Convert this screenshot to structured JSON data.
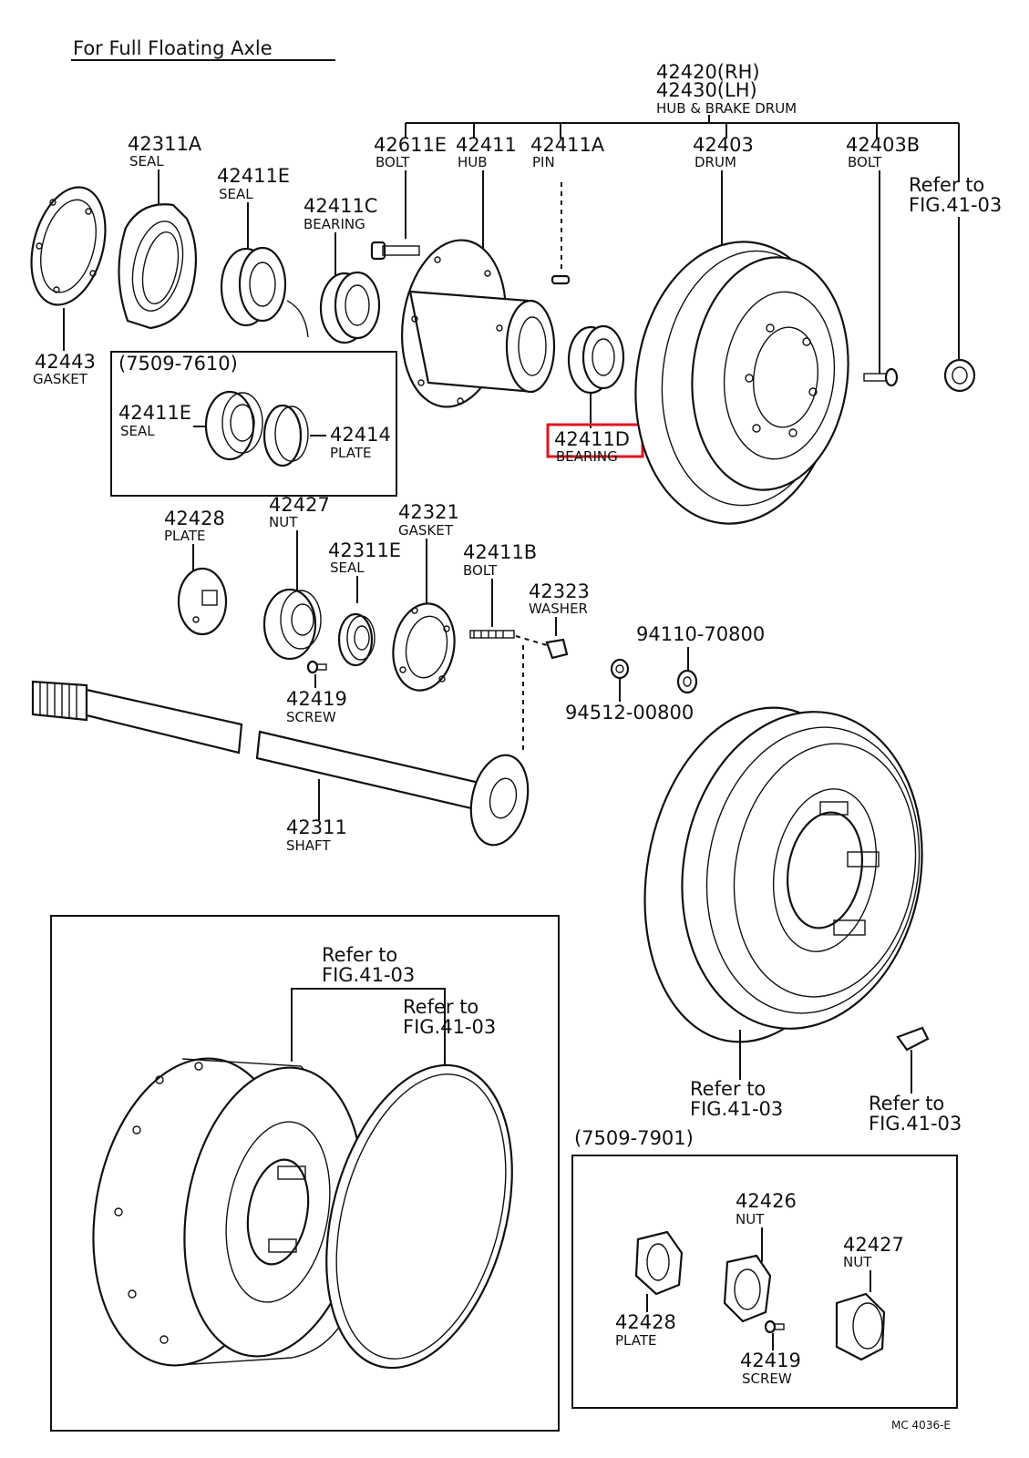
{
  "title": "For Full Floating Axle",
  "footer_code": "MC 4036-E",
  "highlight_color": "#e0141e",
  "callouts": {
    "hub_drum_rh": "42420(RH)",
    "hub_drum_lh": "42430(LH)",
    "hub_drum_name": "HUB & BRAKE DRUM",
    "p42311A": "42311A",
    "p42311A_name": "SEAL",
    "p42411E_top": "42411E",
    "p42411E_top_name": "SEAL",
    "p42411C": "42411C",
    "p42411C_name": "BEARING",
    "p42611E": "42611E",
    "p42611E_name": "BOLT",
    "p42411": "42411",
    "p42411_name": "HUB",
    "p42411A": "42411A",
    "p42411A_name": "PIN",
    "p42403": "42403",
    "p42403_name": "DRUM",
    "p42403B": "42403B",
    "p42403B_name": "BOLT",
    "refer_top_1": "Refer to",
    "refer_top_2": "FIG.41-03",
    "p42443": "42443",
    "p42443_name": "GASKET",
    "box1_range": "(7509-7610)",
    "box1_42411E": "42411E",
    "box1_42411E_name": "SEAL",
    "box1_42414": "42414",
    "box1_42414_name": "PLATE",
    "p42411D": "42411D",
    "p42411D_name": "BEARING",
    "p42428": "42428",
    "p42428_name": "PLATE",
    "p42427": "42427",
    "p42427_name": "NUT",
    "p42311E": "42311E",
    "p42311E_name": "SEAL",
    "p42321": "42321",
    "p42321_name": "GASKET",
    "p42411B": "42411B",
    "p42411B_name": "BOLT",
    "p42323": "42323",
    "p42323_name": "WASHER",
    "p94110": "94110-70800",
    "p94512": "94512-00800",
    "p42419": "42419",
    "p42419_name": "SCREW",
    "p42311": "42311",
    "p42311_name": "SHAFT",
    "refer_a_1": "Refer to",
    "refer_a_2": "FIG.41-03",
    "refer_b_1": "Refer to",
    "refer_b_2": "FIG.41-03",
    "refer_c_1": "Refer to",
    "refer_c_2": "FIG.41-03",
    "refer_d_1": "Refer to",
    "refer_d_2": "FIG.41-03",
    "box2_range": "(7509-7901)",
    "box2_42426": "42426",
    "box2_42426_name": "NUT",
    "box2_42427": "42427",
    "box2_42427_name": "NUT",
    "box2_42428": "42428",
    "box2_42428_name": "PLATE",
    "box2_42419": "42419",
    "box2_42419_name": "SCREW"
  }
}
